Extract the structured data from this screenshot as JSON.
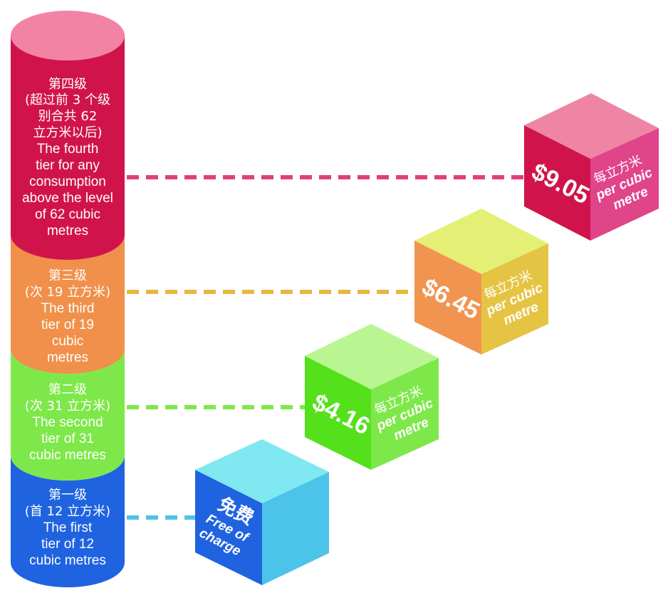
{
  "colors": {
    "tier4": "#d0144b",
    "tier3": "#f0904a",
    "tier2": "#7ee84a",
    "tier1": "#1f63e0"
  },
  "tiers": [
    {
      "cn": [
        "第一级",
        "(首 12 立方米)"
      ],
      "en": [
        "The first",
        "tier of 12",
        "cubic metres"
      ],
      "price": "免费",
      "unit": [
        "Free of",
        "charge"
      ]
    },
    {
      "cn": [
        "第二级",
        "(次 31 立方米)"
      ],
      "en": [
        "The second",
        "tier of 31",
        "cubic metres"
      ],
      "price": "$4.16",
      "unit_cn": "每立方米",
      "unit": [
        "per cubic",
        "metre"
      ]
    },
    {
      "cn": [
        "第三级",
        "(次 19 立方米)"
      ],
      "en": [
        "The third",
        "tier of 19",
        "cubic",
        "metres"
      ],
      "price": "$6.45",
      "unit_cn": "每立方米",
      "unit": [
        "per cubic",
        "metre"
      ]
    },
    {
      "cn": [
        "第四级",
        "(超过前 3 个级",
        "别合共 62",
        "立方米以后)"
      ],
      "en": [
        "The fourth",
        "tier for any",
        "consumption",
        "above the level",
        "of 62 cubic",
        "metres"
      ],
      "price": "$9.05",
      "unit_cn": "每立方米",
      "unit": [
        "per cubic",
        "metre"
      ]
    }
  ]
}
